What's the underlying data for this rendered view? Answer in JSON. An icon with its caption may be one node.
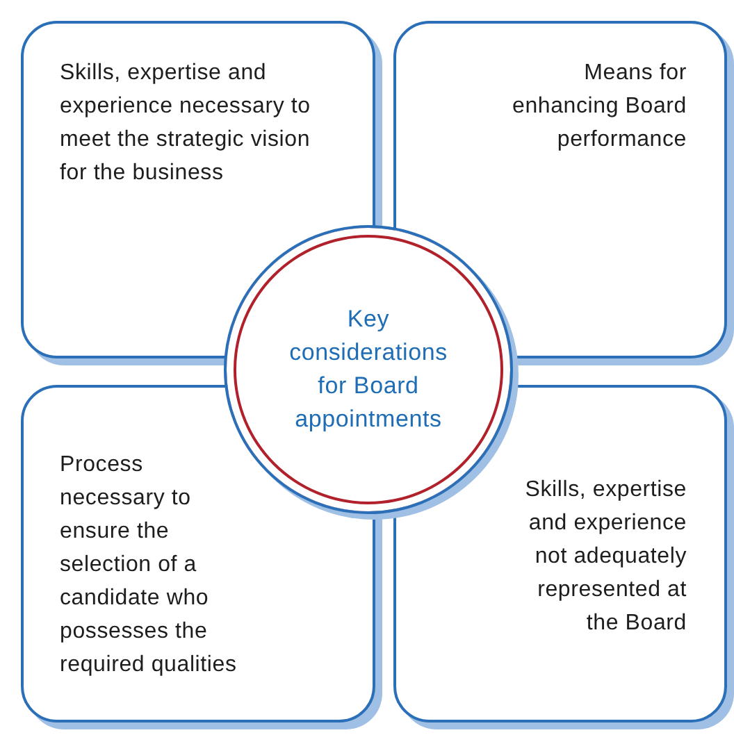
{
  "diagram": {
    "nodes": [
      {
        "text": [
          "Skills, expertise and experience necessary to meet the strategic vision for the business"
        ]
      },
      {
        "text": [
          "Means for enhancing Board performance"
        ]
      },
      {
        "text": [
          "Key considerations for Board appointments"
        ]
      },
      {
        "text": [
          "Process necessary to ensure the selection of a candidate who possesses the required qualities"
        ]
      },
      {
        "text": [
          "Skills, expertise and experience not adequately represented at the Board"
        ]
      }
    ]
  }
}
